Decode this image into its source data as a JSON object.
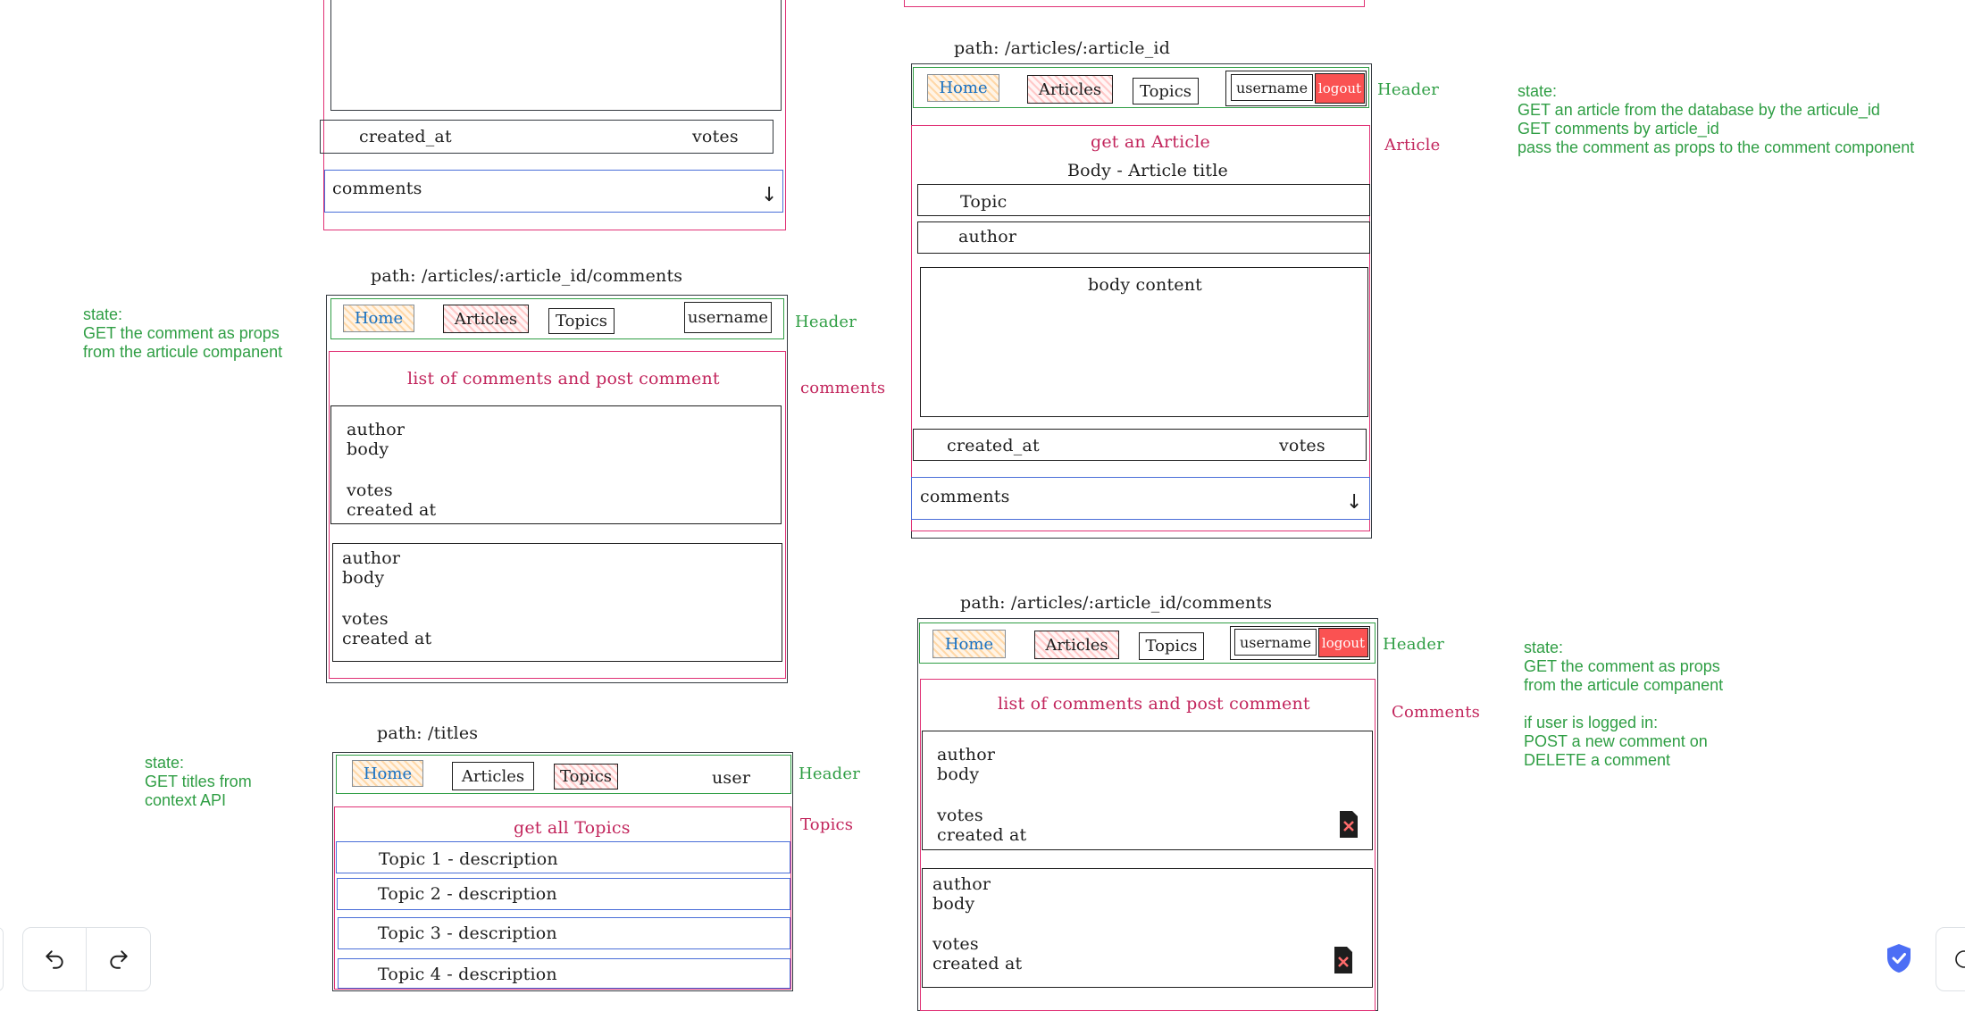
{
  "header": {
    "home": "Home",
    "articles": "Articles",
    "topics": "Topics",
    "username": "username",
    "user": "user",
    "logout": "logout",
    "label": "Header"
  },
  "fields": {
    "created_at": "created_at",
    "votes": "votes",
    "comments": "comments",
    "topic": "Topic",
    "author": "author",
    "body": "body",
    "votes_lc": "votes",
    "created_at_sp": "created at",
    "body_content": "body content"
  },
  "wire_comments_left": {
    "path": "path: /articles/:article_id/comments",
    "title": "list of comments and post comment",
    "section_label": "comments"
  },
  "wire_topics": {
    "path": "path: /titles",
    "title": "get all Topics",
    "section_label": "Topics",
    "items": [
      "Topic 1 - description",
      "Topic 2 - description",
      "Topic 3 - description",
      "Topic 4 - description"
    ]
  },
  "wire_article": {
    "path": "path: /articles/:article_id",
    "title": "get an Article",
    "subtitle": "Body - Article title",
    "section_label": "Article"
  },
  "wire_comments_right": {
    "path": "path: /articles/:article_id/comments",
    "title": "list of comments and post comment",
    "section_label": "Comments"
  },
  "notes": {
    "left_comments": "state:\nGET the comment as props\nfrom the articule companent",
    "topics": "state:\nGET titles from\ncontext API",
    "article": "state:\nGET an article from the database by the articule_id\nGET comments by article_id\npass the comment as props to the comment component",
    "right_comments": "state:\nGET the comment as props\nfrom the articule companent\n\nif user is logged in:\nPOST a new comment on\nDELETE a comment"
  },
  "colors": {
    "accent_red": "#e03175",
    "accent_green": "#2f9e44",
    "accent_blue": "#4a6ed8",
    "logout_red": "#fa5252"
  },
  "icons": [
    "arrow-down-icon",
    "delete-file-icon",
    "undo-icon",
    "redo-icon",
    "shield-check-icon",
    "help-icon"
  ]
}
